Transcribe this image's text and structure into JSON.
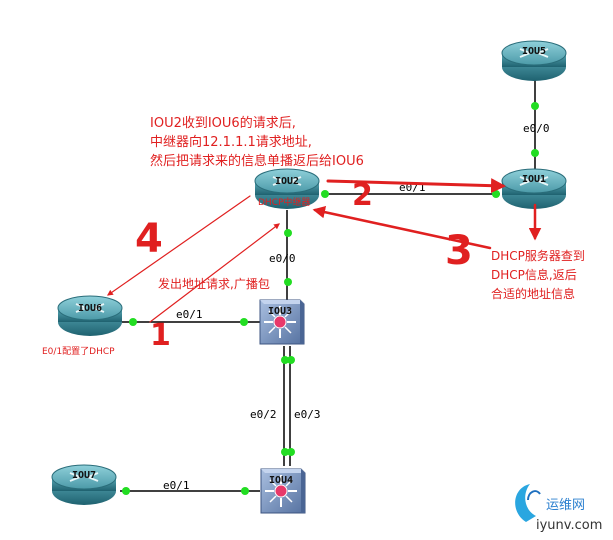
{
  "devices": {
    "iou1": "IOU1",
    "iou2": "IOU2",
    "iou3": "IOU3",
    "iou4": "IOU4",
    "iou5": "IOU5",
    "iou6": "IOU6",
    "iou7": "IOU7"
  },
  "ports": {
    "iou5_iou1": "e0/0",
    "iou2_iou1": "e0/1",
    "iou2_iou3": "e0/0",
    "iou6_iou3": "e0/1",
    "iou3_iou4_a": "e0/2",
    "iou3_iou4_b": "e0/3",
    "iou7_iou4": "e0/1"
  },
  "notes": {
    "relay_line1": "IOU2收到IOU6的请求后,",
    "relay_line2": "中继器向12.1.1.1请求地址,",
    "relay_line3": "然后把请求来的信息单播返后给IOU6",
    "iou2_role": "DHCP中继器",
    "server_line1": "DHCP服务器查到",
    "server_line2": "DHCP信息,返后",
    "server_line3": "合适的地址信息",
    "broadcast": "发出地址请求,广播包",
    "iou6_config": "E0/1配置了DHCP"
  },
  "steps": [
    "1",
    "2",
    "3",
    "4"
  ],
  "watermark": {
    "cn": "运维网",
    "url": "iyunv.com"
  },
  "colors": {
    "link": "#000000",
    "port_dot": "#22dd22",
    "annotation": "#e02020",
    "router_body": "#2f7f8f",
    "switch_body": "#6f8cb8"
  }
}
